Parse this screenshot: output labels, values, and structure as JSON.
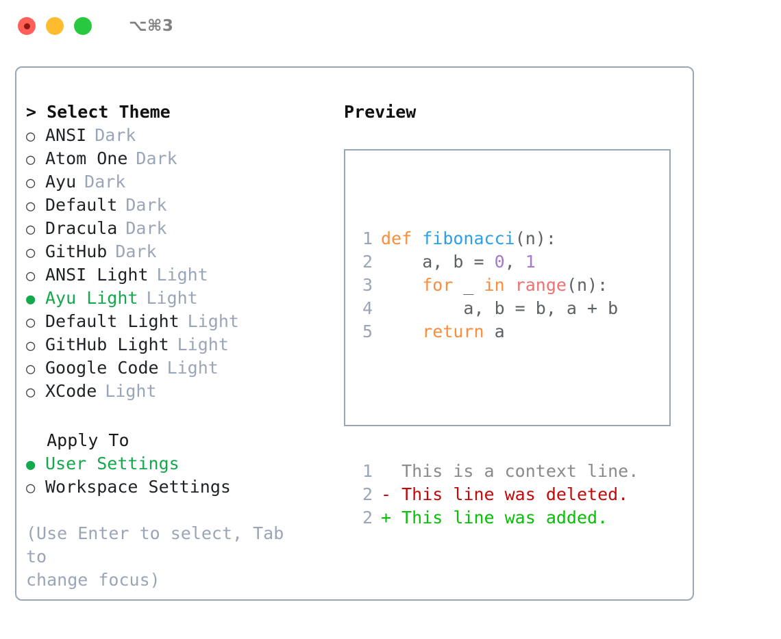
{
  "titlebar": {
    "shortcut": "⌥⌘3",
    "lights": [
      {
        "name": "close",
        "color": "#ff5f57"
      },
      {
        "name": "minimize",
        "color": "#febc2e"
      },
      {
        "name": "maximize",
        "color": "#28c840"
      }
    ]
  },
  "theme_section": {
    "prefix": "> ",
    "title": "Select Theme",
    "bullet_unselected": "○",
    "bullet_selected": "●",
    "items": [
      {
        "label": "ANSI",
        "tag": "Dark",
        "selected": false
      },
      {
        "label": "Atom One",
        "tag": "Dark",
        "selected": false
      },
      {
        "label": "Ayu",
        "tag": "Dark",
        "selected": false
      },
      {
        "label": "Default",
        "tag": "Dark",
        "selected": false
      },
      {
        "label": "Dracula",
        "tag": "Dark",
        "selected": false
      },
      {
        "label": "GitHub",
        "tag": "Dark",
        "selected": false
      },
      {
        "label": "ANSI Light",
        "tag": "Light",
        "selected": false
      },
      {
        "label": "Ayu Light",
        "tag": "Light",
        "selected": true
      },
      {
        "label": "Default Light",
        "tag": "Light",
        "selected": false
      },
      {
        "label": "GitHub Light",
        "tag": "Light",
        "selected": false
      },
      {
        "label": "Google Code",
        "tag": "Light",
        "selected": false
      },
      {
        "label": "XCode",
        "tag": "Light",
        "selected": false
      }
    ]
  },
  "apply_section": {
    "title": "Apply To",
    "items": [
      {
        "label": "User Settings",
        "selected": true
      },
      {
        "label": "Workspace Settings",
        "selected": false
      }
    ]
  },
  "hint": {
    "line1": "(Use Enter to select, Tab to",
    "line2": "change focus)"
  },
  "preview": {
    "title": "Preview",
    "code_lines": [
      {
        "number": "1",
        "tokens": [
          {
            "text": "def ",
            "kind": "kw"
          },
          {
            "text": "fibonacci",
            "kind": "fn"
          },
          {
            "text": "(n):",
            "kind": "txt"
          }
        ]
      },
      {
        "number": "2",
        "tokens": [
          {
            "text": "    a, b = ",
            "kind": "txt"
          },
          {
            "text": "0",
            "kind": "num"
          },
          {
            "text": ", ",
            "kind": "txt"
          },
          {
            "text": "1",
            "kind": "num"
          }
        ]
      },
      {
        "number": "3",
        "tokens": [
          {
            "text": "    ",
            "kind": "txt"
          },
          {
            "text": "for",
            "kind": "kw"
          },
          {
            "text": " _ ",
            "kind": "txt"
          },
          {
            "text": "in",
            "kind": "kw"
          },
          {
            "text": " ",
            "kind": "txt"
          },
          {
            "text": "range",
            "kind": "call"
          },
          {
            "text": "(n):",
            "kind": "txt"
          }
        ]
      },
      {
        "number": "4",
        "tokens": [
          {
            "text": "        a, b = b, a + b",
            "kind": "txt"
          }
        ]
      },
      {
        "number": "5",
        "tokens": [
          {
            "text": "    ",
            "kind": "txt"
          },
          {
            "text": "return",
            "kind": "kw"
          },
          {
            "text": " a",
            "kind": "txt"
          }
        ]
      }
    ],
    "diff_lines": [
      {
        "number": "1",
        "marker": "  ",
        "text": "This is a context line.",
        "kind": "ctx"
      },
      {
        "number": "2",
        "marker": "- ",
        "text": "This line was deleted.",
        "kind": "del"
      },
      {
        "number": "2",
        "marker": "+ ",
        "text": "This line was added.",
        "kind": "add"
      }
    ]
  },
  "colors": {
    "accent_green": "#13a84c",
    "muted": "#9aa5b8",
    "border": "#9aa5b8",
    "keyword": "#fa8d3e",
    "function": "#2d9fe8",
    "number": "#a37acc",
    "call": "#f07171",
    "text": "#5c6166",
    "diff_deleted": "#c20a0a",
    "diff_added": "#07bf07"
  }
}
